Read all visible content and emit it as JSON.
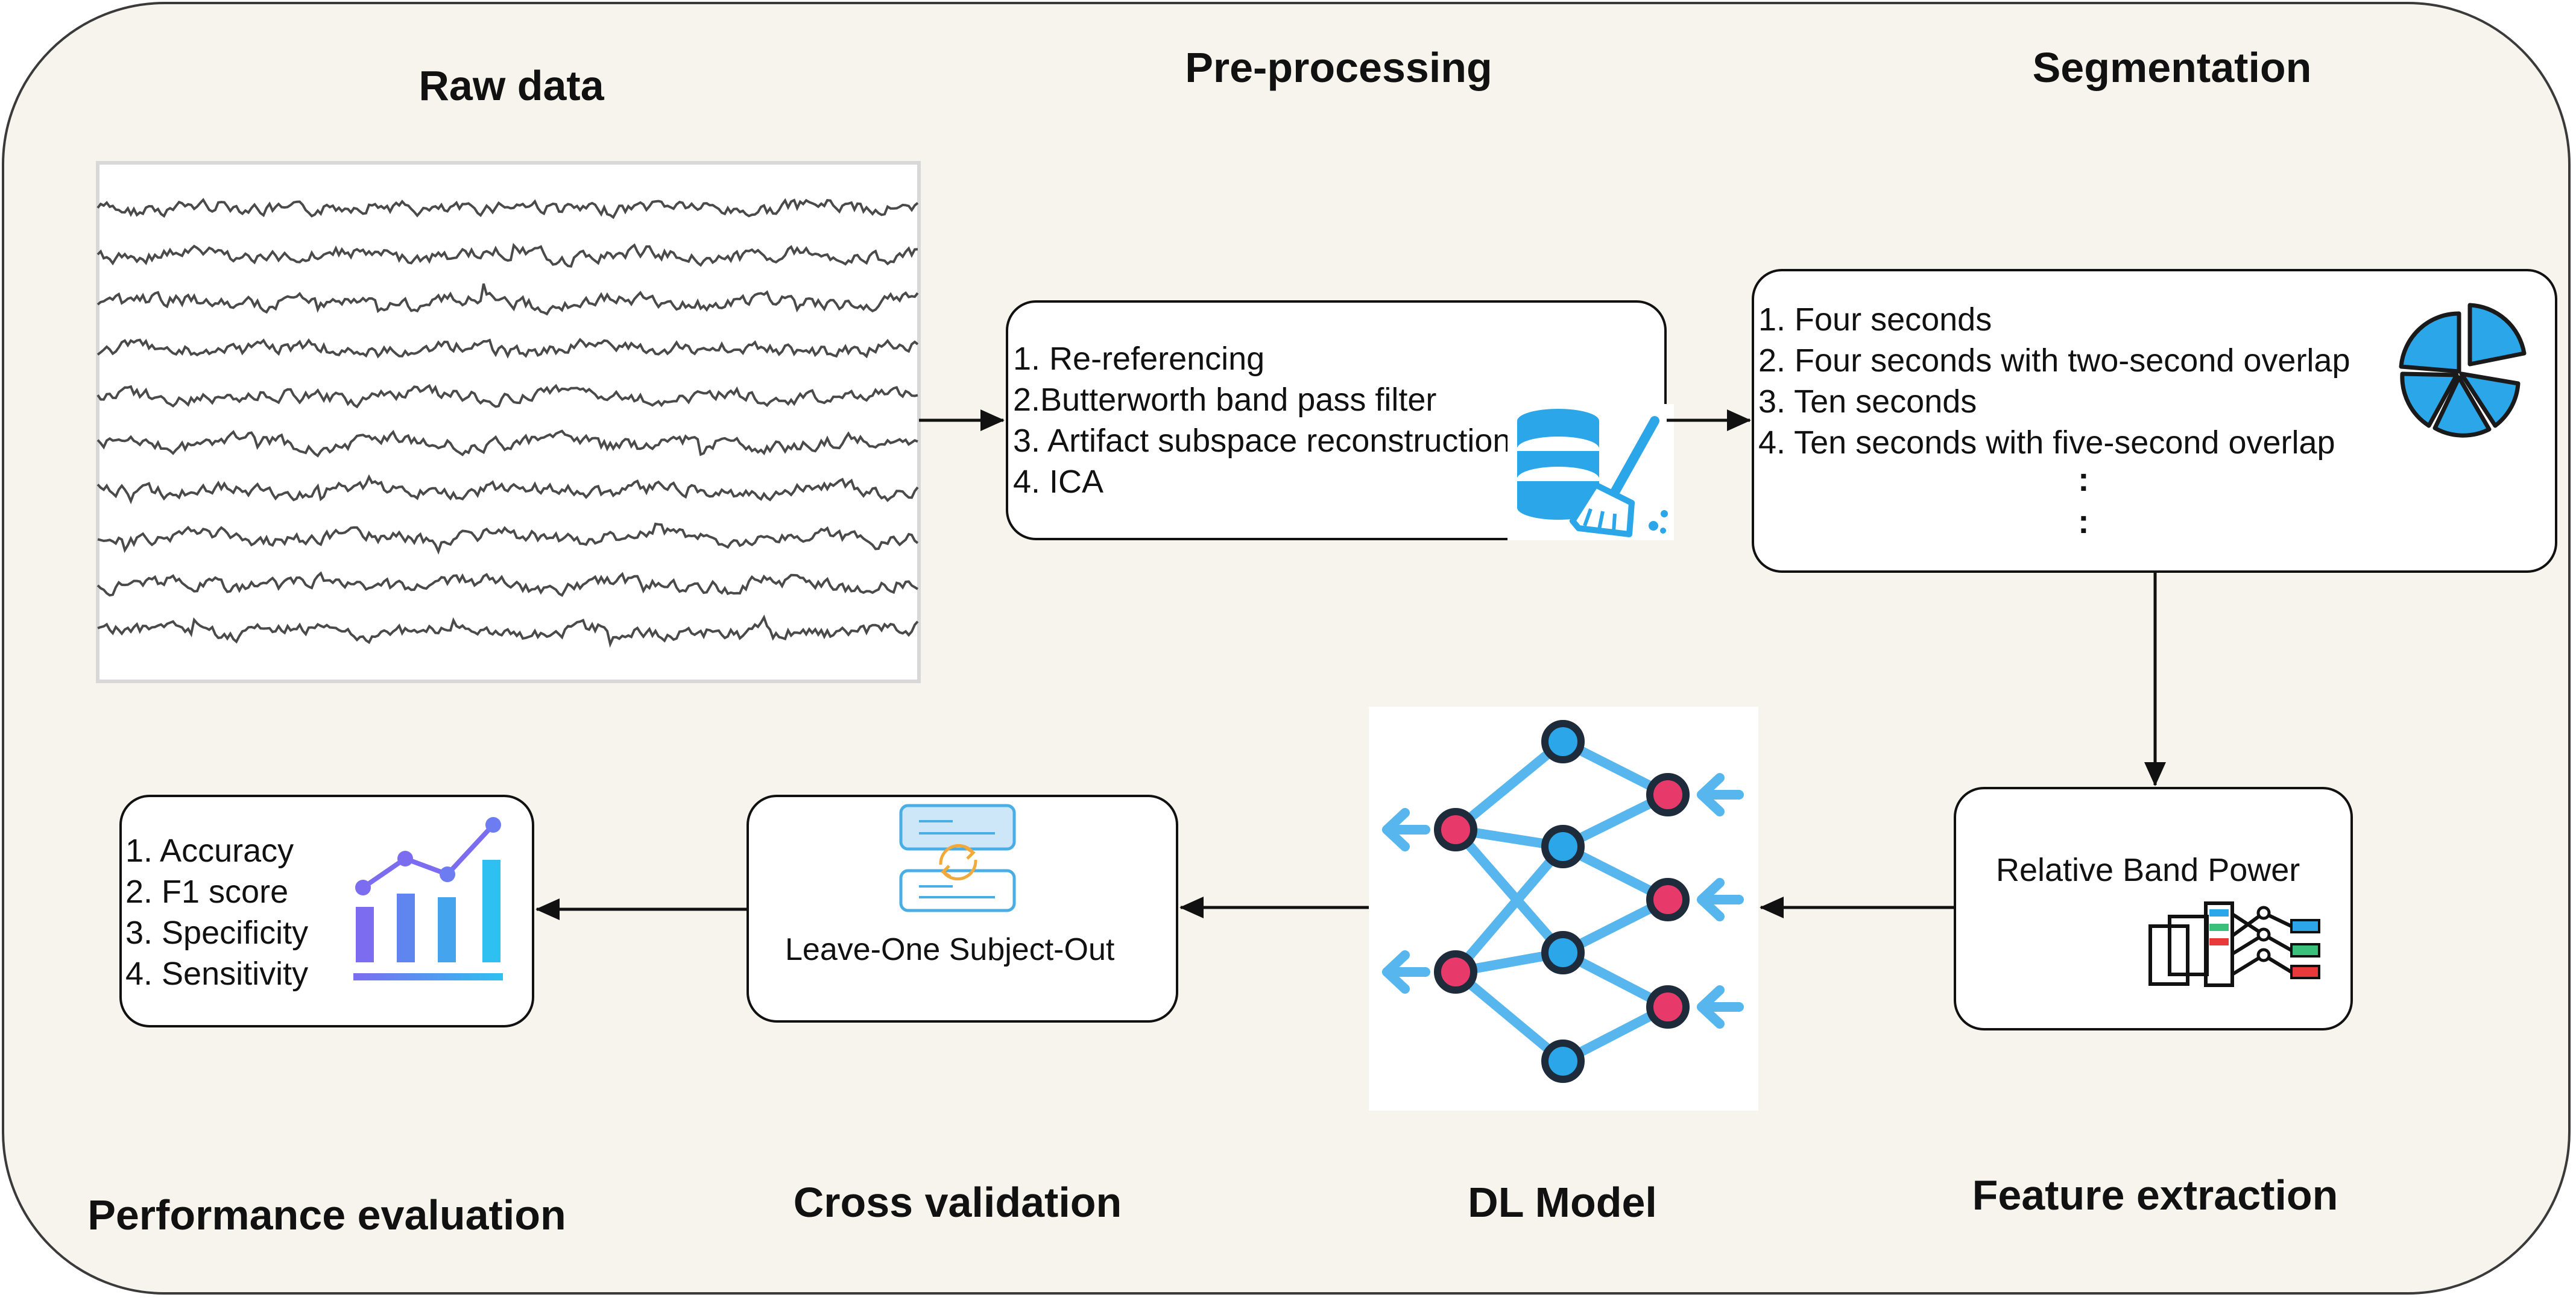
{
  "titles": {
    "raw_data": "Raw data",
    "preprocessing": "Pre-processing",
    "segmentation": "Segmentation",
    "performance": "Performance evaluation",
    "cross_validation": "Cross validation",
    "dl_model": "DL Model",
    "feature_extraction": "Feature extraction"
  },
  "preprocessing": {
    "items": [
      "1. Re-referencing",
      "2.Butterworth band pass filter",
      "3. Artifact subspace reconstruction",
      "4. ICA"
    ]
  },
  "segmentation": {
    "items": [
      "1. Four seconds",
      "2. Four seconds with two-second overlap",
      "3. Ten seconds",
      "4. Ten seconds with five-second overlap"
    ],
    "ellipsis": ":"
  },
  "feature_extraction": {
    "label": "Relative Band Power"
  },
  "cross_validation": {
    "label": "Leave-One Subject-Out"
  },
  "performance": {
    "items": [
      "1. Accuracy",
      "2. F1 score",
      "3. Specificity",
      "4. Sensitivity"
    ]
  },
  "icons": {
    "preprocessing": "database-broom-icon",
    "segmentation": "pie-chart-icon",
    "feature_extraction": "feature-network-icon",
    "cross_validation": "data-cycle-icon",
    "performance": "bar-line-chart-icon",
    "dl_model": "neural-network-icon",
    "raw_data": "eeg-signal-image"
  },
  "colors": {
    "background": "#f6f4ec",
    "accent_blue": "#2ba6e8",
    "node_pink": "#e83a6a",
    "node_dark": "#1d2b3a"
  }
}
